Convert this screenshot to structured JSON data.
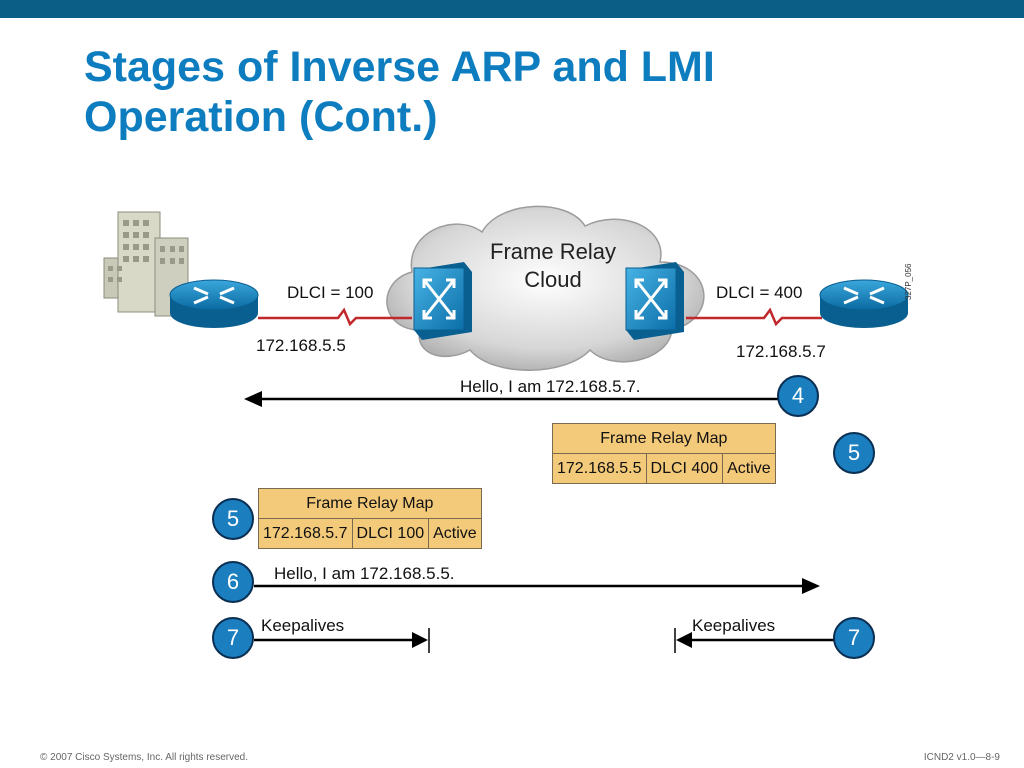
{
  "header": {
    "title_line1": "Stages of Inverse ARP and LMI",
    "title_line2": "Operation (Cont.)"
  },
  "diagram": {
    "cloud_line1": "Frame Relay",
    "cloud_line2": "Cloud",
    "left_router": {
      "dlci": "DLCI = 100",
      "ip": "172.168.5.5"
    },
    "right_router": {
      "dlci": "DLCI = 400",
      "ip": "172.168.5.7"
    },
    "figure_code": "327P_056",
    "steps": {
      "hello_from_right": {
        "badge": "4",
        "text": "Hello, I am 172.168.5.7."
      },
      "right_map": {
        "badge": "5",
        "title": "Frame Relay Map",
        "ip": "172.168.5.5",
        "dlci": "DLCI  400",
        "status": "Active"
      },
      "left_map": {
        "badge": "5",
        "title": "Frame Relay Map",
        "ip": "172.168.5.7",
        "dlci": "DLCI  100",
        "status": "Active"
      },
      "hello_from_left": {
        "badge": "6",
        "text": "Hello, I am 172.168.5.5."
      },
      "keepalive_left": {
        "badge": "7",
        "text": "Keepalives"
      },
      "keepalive_right": {
        "badge": "7",
        "text": "Keepalives"
      }
    }
  },
  "footer": {
    "copyright": "© 2007 Cisco Systems, Inc. All rights reserved.",
    "slide_id": "ICND2 v1.0—8-9"
  },
  "colors": {
    "title": "#0d7dbf",
    "top_bar": "#0b5f86",
    "badge": "#1a7ebf",
    "map_fill": "#f3c97a",
    "link": "#c0282c"
  }
}
